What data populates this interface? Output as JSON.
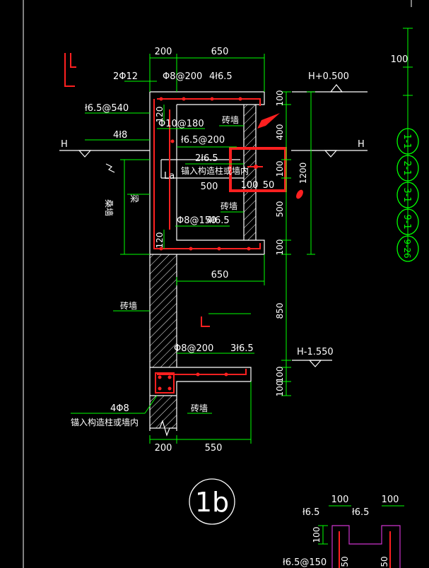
{
  "colors": {
    "background": "#000000",
    "line": "#ffffff",
    "dim": "#00ff00",
    "rebar": "#ff2020",
    "highlight": "#ff2020",
    "magenta": "#cc33cc"
  },
  "dims": {
    "top_200": "200",
    "top_650": "650",
    "right_100_top": "100",
    "right_400": "400",
    "right_100_mid": "100",
    "right_500": "500",
    "right_100_bot": "100",
    "right_1200": "1200",
    "left_120_top": "120",
    "left_120_bot": "120",
    "mid_650": "650",
    "right_850": "850",
    "right_100_a": "100",
    "right_100_b": "100",
    "bot_200": "200",
    "bot_550": "550",
    "beam_500": "500",
    "detail_100": "100",
    "detail_50": "50",
    "far_right_100": "100",
    "det2_100_a": "100",
    "det2_100_b": "100",
    "det2_100_v": "100",
    "det2_50_a": "50",
    "det2_50_b": "50"
  },
  "labels": {
    "rebar_2phi12": "2Φ12",
    "phi8_200_top": "Φ8@200",
    "l4_6_5": "4ł6.5",
    "l6_5_540": "ł6.5@540",
    "phi10_180": "Φ10@180",
    "num_4_8": "4ł8",
    "l6_5_200": "ł6.5@200",
    "l2_6_5": "2ł6.5",
    "anchor_text": "锚入构造柱或墙内",
    "la_label": "La",
    "beam_label": "梁",
    "vert_label": "桑墙",
    "brick_wall_top": "砖墙",
    "brick_wall_mid": "砖墙",
    "brick_wall_left": "砖墙",
    "brick_wall_bot": "砖墙",
    "phi8_150": "Φ8@150",
    "l4_6_5_b": "4ł6.5",
    "phi8_200_bot": "Φ8@200",
    "l3_6_5": "3ł6.5",
    "num_4_phi8": "4Φ8",
    "anchor_text_bot": "锚入构造柱或墙内",
    "elev_top": "H+0.500",
    "elev_bot": "H-1.550",
    "h_left": "H",
    "h_right": "H",
    "section_id": "1b",
    "vert_120": "120",
    "det2_l6_5_a": "ł6.5",
    "det2_l6_5_b": "ł6.5",
    "det2_l6_5_150": "ł6.5@150"
  },
  "index_refs": [
    "1-1",
    "2-1",
    "3-1",
    "9-1",
    "9-26"
  ]
}
